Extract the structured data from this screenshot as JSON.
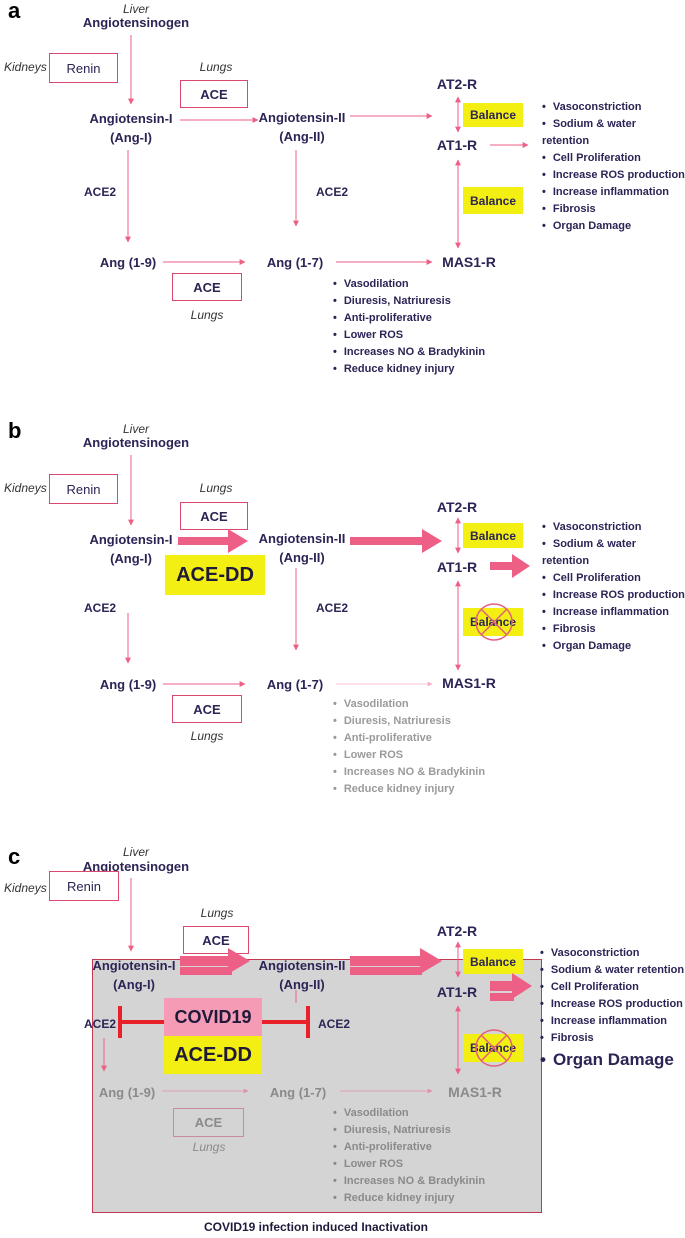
{
  "panels": {
    "a": {
      "label": "a",
      "liver": "Liver",
      "angiotensinogen": "Angiotensinogen",
      "kidneys": "Kidneys",
      "renin": "Renin",
      "lungs_top": "Lungs",
      "ace_top": "ACE",
      "ang1_line1": "Angiotensin-I",
      "ang1_line2": "(Ang-I)",
      "ang2_line1": "Angiotensin-II",
      "ang2_line2": "(Ang-II)",
      "at2r": "AT2-R",
      "at1r": "AT1-R",
      "balance1": "Balance",
      "balance2": "Balance",
      "ace2_left": "ACE2",
      "ace2_mid": "ACE2",
      "ang19": "Ang (1-9)",
      "ang17": "Ang (1-7)",
      "mas1r": "MAS1-R",
      "ace_bottom": "ACE",
      "lungs_bottom": "Lungs",
      "at1_effects": [
        "Vasoconstriction",
        "Sodium & water retention",
        "Cell Proliferation",
        "Increase ROS production",
        "Increase inflammation",
        "Fibrosis",
        "Organ Damage"
      ],
      "mas_effects": [
        "Vasodilation",
        "Diuresis, Natriuresis",
        "Anti-proliferative",
        "Lower ROS",
        "Increases NO & Bradykinin",
        "Reduce kidney injury"
      ]
    },
    "b": {
      "label": "b",
      "liver": "Liver",
      "angiotensinogen": "Angiotensinogen",
      "kidneys": "Kidneys",
      "renin": "Renin",
      "lungs_top": "Lungs",
      "ace_top": "ACE",
      "ang1_line1": "Angiotensin-I",
      "ang1_line2": "(Ang-I)",
      "ang2_line1": "Angiotensin-II",
      "ang2_line2": "(Ang-II)",
      "acedd": "ACE-DD",
      "at2r": "AT2-R",
      "at1r": "AT1-R",
      "balance1": "Balance",
      "balance2": "Balance",
      "ace2_left": "ACE2",
      "ace2_mid": "ACE2",
      "ang19": "Ang (1-9)",
      "ang17": "Ang (1-7)",
      "mas1r": "MAS1-R",
      "ace_bottom": "ACE",
      "lungs_bottom": "Lungs",
      "at1_effects": [
        "Vasoconstriction",
        "Sodium & water retention",
        "Cell Proliferation",
        "Increase ROS production",
        "Increase inflammation",
        "Fibrosis",
        "Organ Damage"
      ],
      "mas_effects": [
        "Vasodilation",
        "Diuresis, Natriuresis",
        "Anti-proliferative",
        "Lower ROS",
        "Increases NO & Bradykinin",
        "Reduce kidney injury"
      ]
    },
    "c": {
      "label": "c",
      "liver": "Liver",
      "angiotensinogen": "Angiotensinogen",
      "kidneys": "Kidneys",
      "renin": "Renin",
      "lungs_top": "Lungs",
      "ace_top": "ACE",
      "ang1_line1": "Angiotensin-I",
      "ang1_line2": "(Ang-I)",
      "ang2_line1": "Angiotensin-II",
      "ang2_line2": "(Ang-II)",
      "covid": "COVID19",
      "acedd": "ACE-DD",
      "at2r": "AT2-R",
      "at1r": "AT1-R",
      "balance1": "Balance",
      "balance2": "Balance",
      "ace2_left": "ACE2",
      "ace2_mid": "ACE2",
      "ang19": "Ang (1-9)",
      "ang17": "Ang (1-7)",
      "mas1r": "MAS1-R",
      "ace_bottom": "ACE",
      "lungs_bottom": "Lungs",
      "inactivation": "COVID19 infection induced Inactivation",
      "at1_effects": [
        "Vasoconstriction",
        "Sodium & water retention",
        "Cell Proliferation",
        "Increase ROS production",
        "Increase inflammation",
        "Fibrosis",
        "Organ Damage"
      ],
      "mas_effects": [
        "Vasodilation",
        "Diuresis, Natriuresis",
        "Anti-proliferative",
        "Lower ROS",
        "Increases NO & Bradykinin",
        "Reduce kidney injury"
      ]
    }
  },
  "colors": {
    "arrow": "#ee5f86",
    "box_border": "#d9486e",
    "text": "#2b2455",
    "highlight": "#f3ef13",
    "block": "#e8202a",
    "covid_box": "#f59bb5",
    "inactive_bg": "#d4d4d4"
  }
}
